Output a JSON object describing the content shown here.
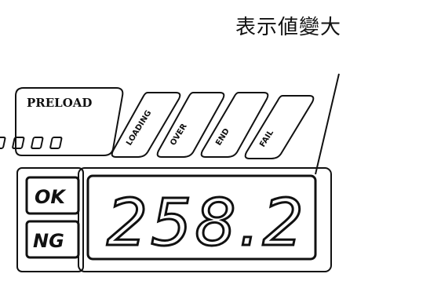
{
  "caption": "表示値變大",
  "preload_label": "PRELOAD",
  "status_labels": [
    "LOADING",
    "OVER",
    "END",
    "FAIL"
  ],
  "ok_label": "OK",
  "ng_label": "NG",
  "display_value": "258.2"
}
